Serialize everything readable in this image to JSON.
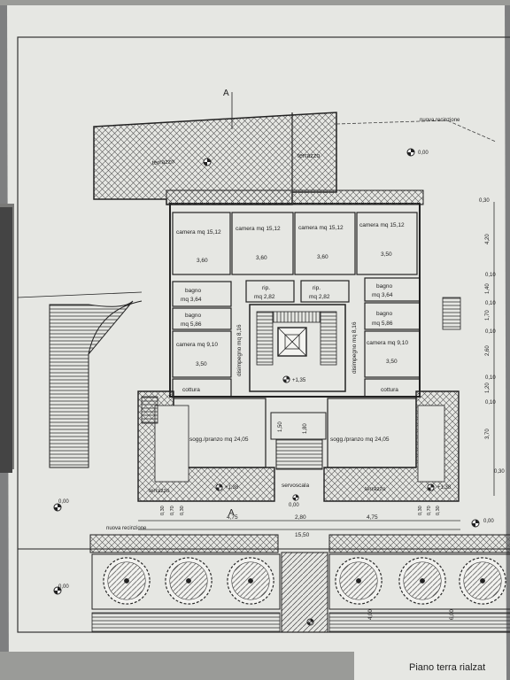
{
  "caption": "Piano terra rialzat",
  "labels": {
    "terrazzo": "terrazzo",
    "nuova_recinzione_top": "nuova recinzione",
    "nuova_recinzione_bottom": "nuova recinzione",
    "section_a": "A",
    "camera_1512": "camera mq 15,12",
    "dim_360": "3,60",
    "dim_350": "3,50",
    "bagno": "bagno",
    "mq_364": "mq 3,64",
    "mq_586": "mq 5,86",
    "rip": "rip.",
    "mq_282": "mq 2,82",
    "camera_910": "camera mq 9,10",
    "disimpegno": "disimpegno mq 8,16",
    "cottura": "cottura",
    "soggiorno": "sogg./pranzo mq 24,05",
    "servoscala": "servoscala",
    "lev_000": "0,00",
    "lev_135": "+1,35",
    "lev_138": "+1,38",
    "lev_150": "1,50",
    "lev_180": "1,80",
    "dim_475": "4,75",
    "dim_280": "2,80",
    "dim_1550": "15,50",
    "dim_030": "0,30",
    "dim_070": "0,70",
    "dim_420": "4,20",
    "dim_010": "0,10",
    "dim_140": "1,40",
    "dim_170": "1,70",
    "dim_260": "2,60",
    "dim_120": "1,20",
    "dim_370": "3,70",
    "dim_400": "4,00",
    "dim_600": "6,00"
  },
  "colors": {
    "paper": "#e6e7e3",
    "line": "#2a2a2a",
    "hatch": "#555555",
    "background": "#7e7f80"
  },
  "icons": [
    "level-marker-icon",
    "tree-symbol-icon",
    "stair-symbol-icon",
    "elevator-symbol-icon"
  ]
}
